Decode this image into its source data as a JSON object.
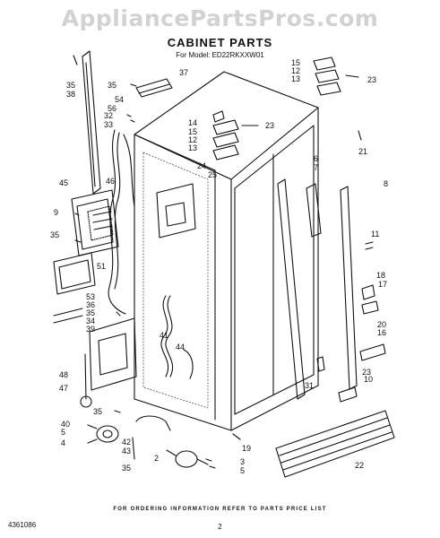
{
  "watermark": "AppliancePartsPros.com",
  "title": "CABINET PARTS",
  "model_prefix": "For Model:",
  "model": "ED22RKXXW01",
  "footer_note": "FOR ORDERING INFORMATION REFER TO PARTS PRICE LIST",
  "document_number": "4361086",
  "page_number": "2",
  "callouts": [
    "35",
    "38",
    "35",
    "37",
    "54",
    "56",
    "32",
    "33",
    "14",
    "15",
    "12",
    "13",
    "23",
    "15",
    "12",
    "13",
    "23",
    "21",
    "24",
    "25",
    "6",
    "7",
    "8",
    "45",
    "46",
    "9",
    "11",
    "35",
    "18",
    "17",
    "51",
    "53",
    "36",
    "35",
    "34",
    "39",
    "41",
    "44",
    "20",
    "16",
    "48",
    "47",
    "23",
    "10",
    "31",
    "35",
    "40",
    "5",
    "4",
    "42",
    "43",
    "2",
    "35",
    "19",
    "3",
    "5",
    "22"
  ]
}
